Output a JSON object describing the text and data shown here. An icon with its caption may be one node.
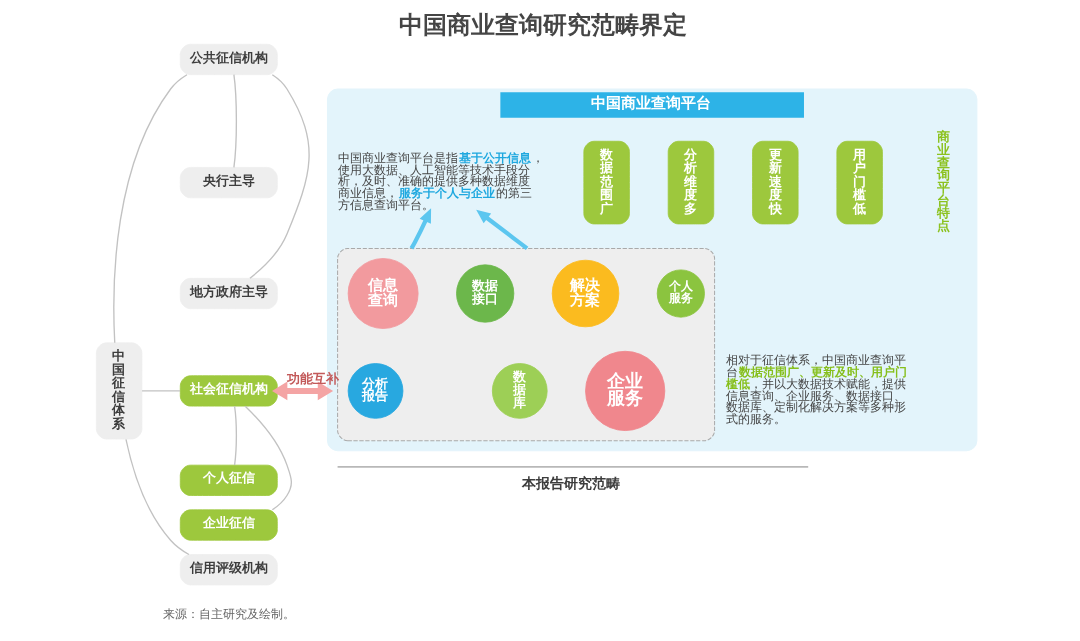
{
  "diagram": {
    "title": "中国商业查询研究范畴界定",
    "nodes": [
      {
        "text": [
          "中国征信体系"
        ]
      },
      {
        "text": [
          "公共征信机构"
        ]
      },
      {
        "text": [
          "央行主导"
        ]
      },
      {
        "text": [
          "地方政府主导"
        ]
      },
      {
        "text": [
          "社会征信机构"
        ]
      },
      {
        "text": [
          "个人征信"
        ]
      },
      {
        "text": [
          "企业征信"
        ]
      },
      {
        "text": [
          "信用评级机构"
        ]
      },
      {
        "text": [
          "中国商业查询平台"
        ],
        "beside": [
          "本报告研究范畴"
        ]
      },
      {
        "text": [
          "中国商业查询平台是指**基于公开信息**，使用大数据、人工智能等技术手段分析，及时、准确的提供多种数据维度商业信息，**服务于个人与企业**的第三方信息查询平台。"
        ],
        "in": 8
      },
      {
        "text": [
          "数据范围广"
        ],
        "in": 8
      },
      {
        "text": [
          "分析维度多"
        ],
        "in": 8
      },
      {
        "text": [
          "更新速度快"
        ],
        "in": 8
      },
      {
        "text": [
          "用户门槛低"
        ],
        "in": 8
      },
      {
        "text": [],
        "shape": "box",
        "in": 8
      },
      {
        "text": [
          "信息查询"
        ],
        "in": 14
      },
      {
        "text": [
          "分析报告"
        ],
        "in": 14
      },
      {
        "text": [
          "数据接口"
        ],
        "in": 14
      },
      {
        "text": [
          "解决方案"
        ],
        "in": 14
      },
      {
        "text": [
          "数据库"
        ],
        "in": 14
      },
      {
        "text": [
          "个人服务"
        ],
        "in": 14
      },
      {
        "text": [
          "企业服务"
        ],
        "in": 14
      }
    ],
    "edges": [
      {
        "from": 0,
        "to": 1,
        "arrow": "none"
      },
      {
        "from": 0,
        "to": 4,
        "arrow": "none"
      },
      {
        "from": 0,
        "to": 7,
        "arrow": "none"
      },
      {
        "from": 1,
        "to": 2,
        "arrow": "none"
      },
      {
        "from": 1,
        "to": 3,
        "arrow": "none"
      },
      {
        "from": 4,
        "to": 5,
        "arrow": "none"
      },
      {
        "from": 4,
        "to": 6,
        "arrow": "none"
      },
      {
        "from": 4,
        "to": 8,
        "arrow": "both",
        "label": "功能互补",
        "style": "thick",
        "color": "#f4a4a4"
      },
      {
        "from": 14,
        "to": 9,
        "arrow": "to",
        "style": "thick",
        "color": "#5cc6ef"
      },
      {
        "from": 14,
        "to": 9,
        "arrow": "to",
        "style": "thick",
        "color": "#5cc6ef"
      }
    ],
    "labels": [
      "商业查询平台特点",
      "相对于征信体系，中国商业查询平台**数据范围广、更新及时、用户门槛低**，并以大数据技术赋能，提供信息查询、企业服务、数据接口、数据库、定制化解决方案等多种形式的服务。",
      "来源：自主研究及绘制。"
    ]
  }
}
